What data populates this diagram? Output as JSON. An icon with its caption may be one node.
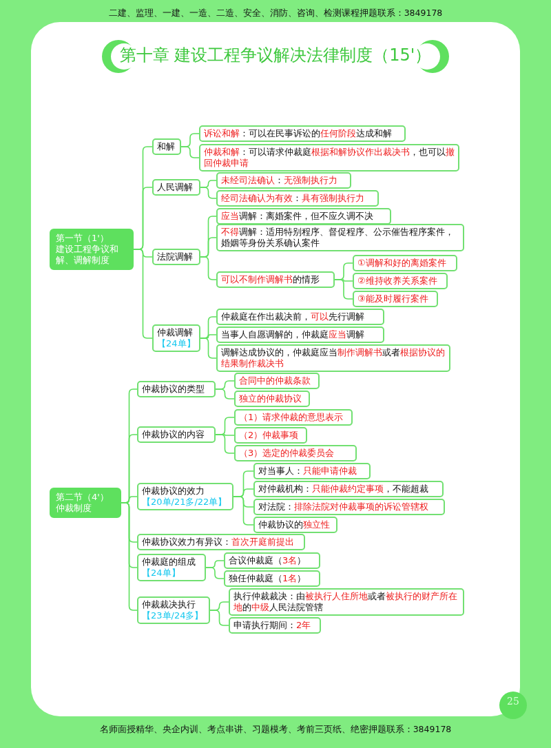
{
  "diagram": {
    "title": "第十章 建设工程争议解决法律制度（15'）",
    "nodes": [
      {
        "text": [
          "第一节（1'）",
          "建设工程争议和解、调解制度"
        ]
      },
      {
        "text": [
          "和解"
        ]
      },
      {
        "text": [
          "**诉讼和解**：可以在民事诉讼的**任何阶段**达成和解"
        ]
      },
      {
        "text": [
          "**仲裁和解**：可以请求仲裁庭**根据和解协议作出裁决书**，也可以**撤回仲裁申请**"
        ]
      },
      {
        "text": [
          "人民调解"
        ]
      },
      {
        "text": [
          "**未经司法确认**：**无强制执行力**"
        ]
      },
      {
        "text": [
          "**经司法确认为有效**：**具有强制执行力**"
        ]
      },
      {
        "text": [
          "法院调解"
        ]
      },
      {
        "text": [
          "**应当**调解：离婚案件，但不应久调不决"
        ]
      },
      {
        "text": [
          "**不得**调解：适用特别程序、督促程序、公示催告程序案件，婚姻等身份关系确认案件"
        ]
      },
      {
        "text": [
          "**可以不制作调解书**的情形"
        ]
      },
      {
        "text": [
          "**①调解和好的离婚案件**"
        ]
      },
      {
        "text": [
          "**②维持收养关系案件**"
        ]
      },
      {
        "text": [
          "**③能及时履行案件**"
        ]
      },
      {
        "text": [
          "仲裁调解",
          "【24单】"
        ]
      },
      {
        "text": [
          "仲裁庭在作出裁决前，**可以**先行调解"
        ]
      },
      {
        "text": [
          "当事人自愿调解的，仲裁庭**应当**调解"
        ]
      },
      {
        "text": [
          "调解达成协议的，仲裁庭应当**制作调解书**或者**根据协议的结果制作裁决书**"
        ]
      },
      {
        "text": [
          "第二节（4'）",
          "仲裁制度"
        ]
      },
      {
        "text": [
          "仲裁协议的类型"
        ]
      },
      {
        "text": [
          "**合同中的仲裁条款**"
        ]
      },
      {
        "text": [
          "**独立的仲裁协议**"
        ]
      },
      {
        "text": [
          "仲裁协议的内容"
        ]
      },
      {
        "text": [
          "**（1）请求仲裁的意思表示**"
        ]
      },
      {
        "text": [
          "**（2）仲裁事项**"
        ]
      },
      {
        "text": [
          "**（3）选定的仲裁委员会**"
        ]
      },
      {
        "text": [
          "仲裁协议的效力",
          "【20单/21多/22单】"
        ]
      },
      {
        "text": [
          "对当事人：**只能申请仲裁**"
        ]
      },
      {
        "text": [
          "对仲裁机构：**只能仲裁约定事项**，不能超裁"
        ]
      },
      {
        "text": [
          "对法院：**排除法院对仲裁事项的诉讼管辖权**"
        ]
      },
      {
        "text": [
          "仲裁协议的**独立性**"
        ]
      },
      {
        "text": [
          "仲裁协议效力有异议：**首次开庭前提出**"
        ]
      },
      {
        "text": [
          "仲裁庭的组成",
          "【24单】"
        ]
      },
      {
        "text": [
          "合议仲裁庭（**3名**）"
        ]
      },
      {
        "text": [
          "独任仲裁庭（**1名**）"
        ]
      },
      {
        "text": [
          "仲裁裁决执行",
          "【23单/24多】"
        ]
      },
      {
        "text": [
          "执行仲裁裁决：由**被执行人住所地**或者**被执行的财产所在地**的**中级**人民法院管辖"
        ]
      },
      {
        "text": [
          "申请执行期间：**2年**"
        ]
      }
    ],
    "edges": [
      {
        "from": 0,
        "to": 1,
        "arrow": "none"
      },
      {
        "from": 1,
        "to": 2,
        "arrow": "none"
      },
      {
        "from": 1,
        "to": 3,
        "arrow": "none"
      },
      {
        "from": 0,
        "to": 4,
        "arrow": "none"
      },
      {
        "from": 4,
        "to": 5,
        "arrow": "none"
      },
      {
        "from": 4,
        "to": 6,
        "arrow": "none"
      },
      {
        "from": 0,
        "to": 7,
        "arrow": "none"
      },
      {
        "from": 7,
        "to": 8,
        "arrow": "none"
      },
      {
        "from": 7,
        "to": 9,
        "arrow": "none"
      },
      {
        "from": 7,
        "to": 10,
        "arrow": "none"
      },
      {
        "from": 10,
        "to": 11,
        "arrow": "none"
      },
      {
        "from": 10,
        "to": 12,
        "arrow": "none"
      },
      {
        "from": 10,
        "to": 13,
        "arrow": "none"
      },
      {
        "from": 0,
        "to": 14,
        "arrow": "none"
      },
      {
        "from": 14,
        "to": 15,
        "arrow": "none"
      },
      {
        "from": 14,
        "to": 16,
        "arrow": "none"
      },
      {
        "from": 14,
        "to": 17,
        "arrow": "none"
      },
      {
        "from": 18,
        "to": 19,
        "arrow": "none"
      },
      {
        "from": 19,
        "to": 20,
        "arrow": "none"
      },
      {
        "from": 19,
        "to": 21,
        "arrow": "none"
      },
      {
        "from": 18,
        "to": 22,
        "arrow": "none"
      },
      {
        "from": 22,
        "to": 23,
        "arrow": "none"
      },
      {
        "from": 22,
        "to": 24,
        "arrow": "none"
      },
      {
        "from": 22,
        "to": 25,
        "arrow": "none"
      },
      {
        "from": 18,
        "to": 26,
        "arrow": "none"
      },
      {
        "from": 26,
        "to": 27,
        "arrow": "none"
      },
      {
        "from": 26,
        "to": 28,
        "arrow": "none"
      },
      {
        "from": 26,
        "to": 29,
        "arrow": "none"
      },
      {
        "from": 26,
        "to": 30,
        "arrow": "none"
      },
      {
        "from": 18,
        "to": 31,
        "arrow": "none"
      },
      {
        "from": 18,
        "to": 32,
        "arrow": "none"
      },
      {
        "from": 32,
        "to": 33,
        "arrow": "none"
      },
      {
        "from": 32,
        "to": 34,
        "arrow": "none"
      },
      {
        "from": 18,
        "to": 35,
        "arrow": "none"
      },
      {
        "from": 35,
        "to": 36,
        "arrow": "none"
      },
      {
        "from": 35,
        "to": 37,
        "arrow": "none"
      }
    ],
    "labels": [
      "二建、监理、一建、一造、二造、安全、消防、咨询、检测课程押题联系：3849178",
      "名师面授精华、央企内训、考点串讲、习题模考、考前三页纸、绝密押题联系：3849178",
      "25"
    ]
  }
}
